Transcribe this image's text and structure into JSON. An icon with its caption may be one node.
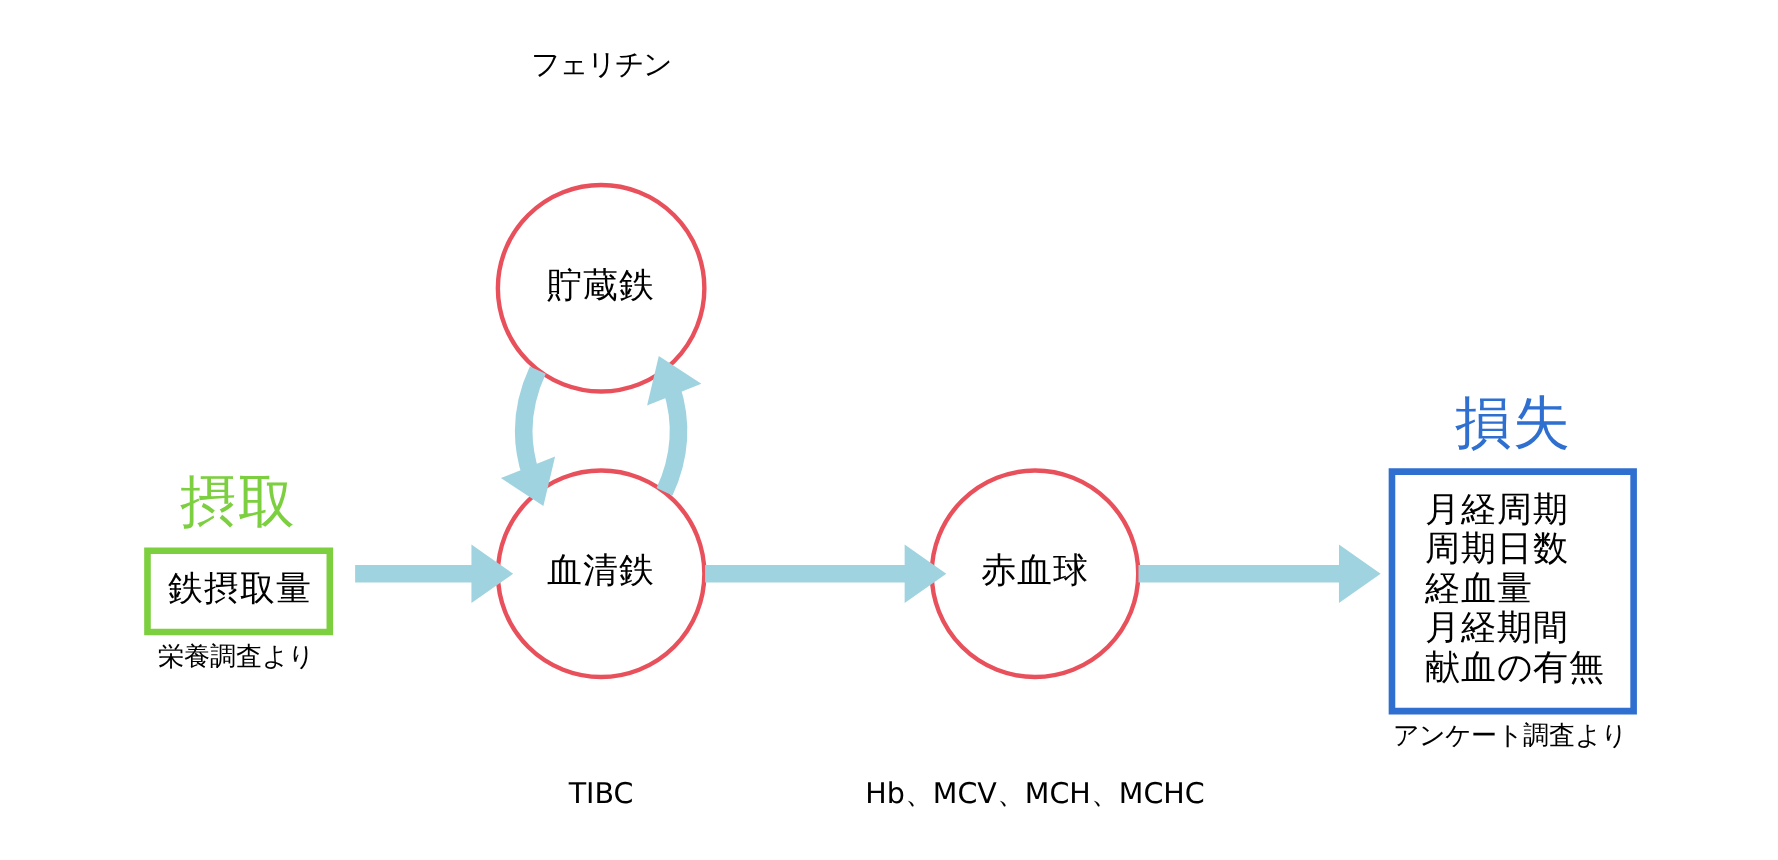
{
  "diagram": {
    "nodes": [
      {
        "text": [
          "摂取",
          "鉄摂取量"
        ],
        "beside": [
          "栄養調査より"
        ]
      },
      {
        "text": [
          "血清鉄"
        ],
        "beside": [
          "TIBC"
        ]
      },
      {
        "text": [
          "貯蔵鉄"
        ],
        "beside": [
          "フェリチン"
        ]
      },
      {
        "text": [
          "赤血球"
        ],
        "beside": [
          "Hb、MCV、MCH、MCHC"
        ]
      },
      {
        "text": [
          "損失",
          "月経周期",
          "周期日数",
          "経血量",
          "月経期間",
          "献血の有無"
        ],
        "beside": [
          "アンケート調査より"
        ]
      }
    ],
    "edges": [
      {
        "from": 0,
        "to": 1,
        "arrow": "to"
      },
      {
        "from": 1,
        "to": 2,
        "arrow": "to"
      },
      {
        "from": 2,
        "to": 1,
        "arrow": "to"
      },
      {
        "from": 1,
        "to": 3,
        "arrow": "to"
      },
      {
        "from": 3,
        "to": 4,
        "arrow": "to"
      }
    ]
  }
}
